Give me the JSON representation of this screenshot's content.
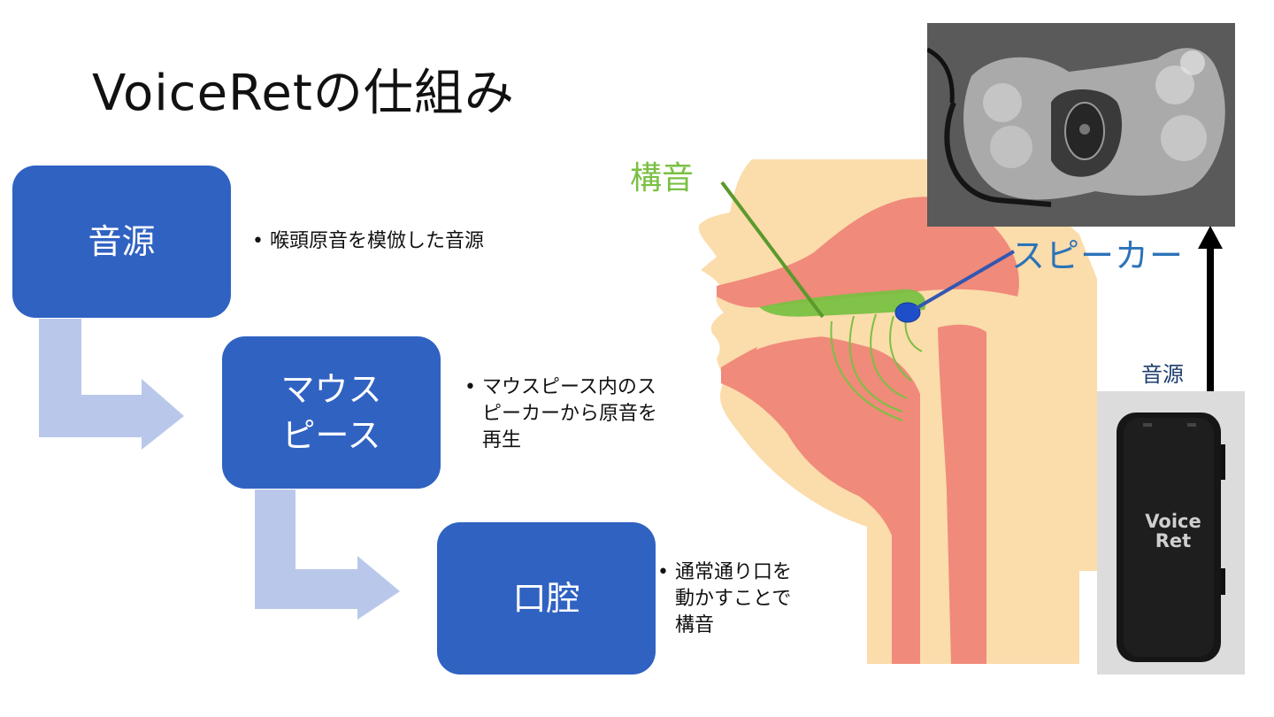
{
  "slide": {
    "title": "VoiceRetの仕組み"
  },
  "flow": {
    "box1": {
      "label": "音源"
    },
    "box2": {
      "line1": "マウス",
      "line2": "ピース"
    },
    "box3": {
      "label": "口腔"
    },
    "bullet_symbol": "•",
    "bullet1": {
      "text": "喉頭原音を模倣した音源"
    },
    "bullet2": {
      "line1": "マウスピース内のス",
      "line2": "ピーカーから原音を",
      "line3": "再生"
    },
    "bullet3": {
      "line1": "通常通り口を",
      "line2": "動かすことで",
      "line3": "構音"
    }
  },
  "illustration": {
    "articulation_label": "構音",
    "speaker_label": "スピーカー",
    "source_label": "音源",
    "device_logo_line1": "Voice",
    "device_logo_line2": "Ret"
  },
  "colors": {
    "box_fill": "#3062c2",
    "flow_arrow": "#b9c8ea",
    "skin": "#fbdcab",
    "tissue": "#f08a7a",
    "articulation_green": "#7ac043",
    "speaker_blue": "#2c73b8",
    "speaker_dot": "#1f4fc8"
  }
}
